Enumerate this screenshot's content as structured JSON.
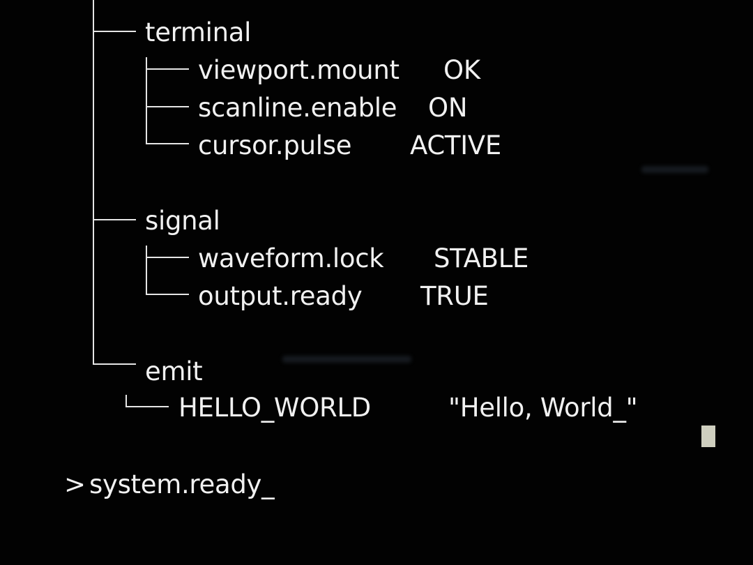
{
  "tree": {
    "terminal": {
      "label": "terminal",
      "items": [
        {
          "key": "viewport.mount",
          "value": "OK"
        },
        {
          "key": "scanline.enable",
          "value": "ON"
        },
        {
          "key": "cursor.pulse",
          "value": "ACTIVE"
        }
      ]
    },
    "signal": {
      "label": "signal",
      "items": [
        {
          "key": "waveform.lock",
          "value": "STABLE"
        },
        {
          "key": "output.ready",
          "value": "TRUE"
        }
      ]
    },
    "emit": {
      "label": "emit",
      "items": [
        {
          "key": "HELLO_WORLD",
          "value": "\"Hello, World_\""
        }
      ]
    }
  },
  "prompt": {
    "symbol": ">",
    "text": "system.ready_"
  },
  "colors": {
    "background": "#020202",
    "text": "#f1f1f1",
    "cursor_block": "#cfcfbf"
  }
}
